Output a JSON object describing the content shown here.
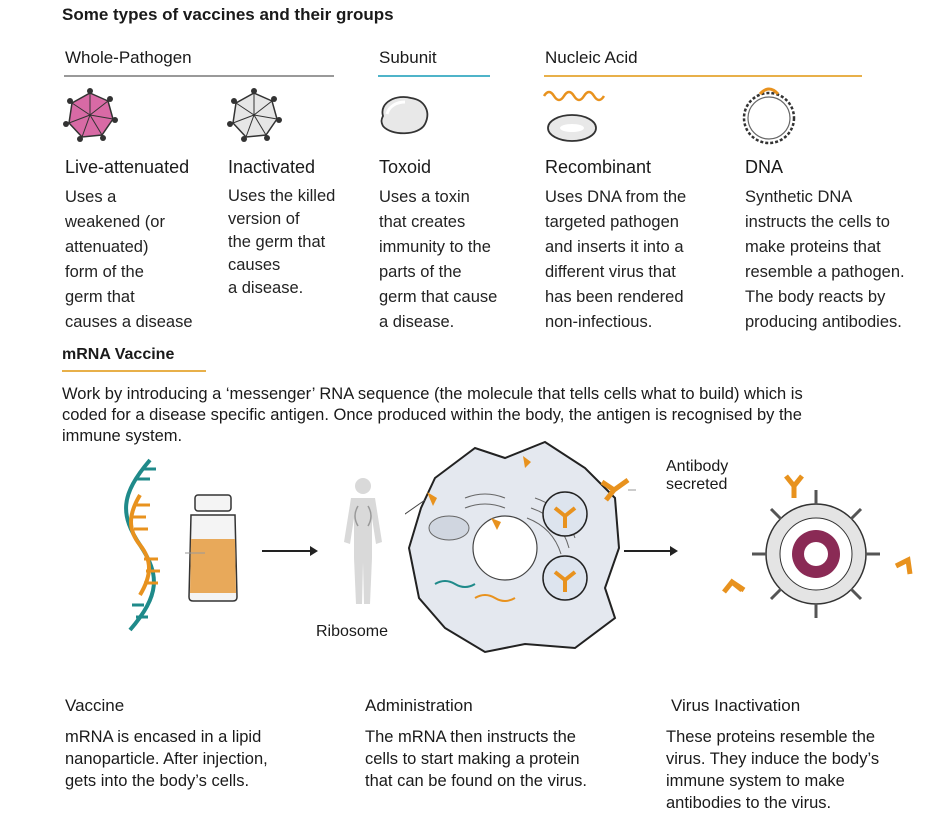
{
  "title": "Some types of vaccines and their groups",
  "groups": [
    {
      "label": "Whole-Pathogen",
      "color": "#999999"
    },
    {
      "label": "Subunit",
      "color": "#4fb4c9"
    },
    {
      "label": "Nucleic Acid",
      "color": "#e8b04a"
    }
  ],
  "types": [
    {
      "name": "Live-attenuated",
      "lines": [
        "Uses a",
        "weakened (or",
        "attenuated)",
        "form of the",
        "germ that",
        "causes a disease"
      ],
      "icon": "live-attenuated-virus-icon"
    },
    {
      "name": "Inactivated",
      "lines": [
        "Uses the killed",
        "version of",
        "the germ that",
        "causes",
        "a disease."
      ],
      "icon": "inactivated-virus-icon"
    },
    {
      "name": "Toxoid",
      "lines": [
        "Uses a toxin",
        "that creates",
        "immunity to the",
        "parts of the",
        "germ that cause",
        "a disease."
      ],
      "icon": "toxoid-cell-icon"
    },
    {
      "name": "Recombinant",
      "lines": [
        "Uses DNA from the",
        "targeted pathogen",
        "and inserts it into a",
        "different virus that",
        "has been rendered",
        "non-infectious."
      ],
      "icon": "recombinant-dna-icon"
    },
    {
      "name": "DNA",
      "lines": [
        "Synthetic DNA",
        "instructs the cells to",
        "make proteins that",
        "resemble a pathogen.",
        "The body reacts by",
        "producing antibodies."
      ],
      "icon": "dna-plasmid-icon"
    }
  ],
  "mrna": {
    "title": "mRNA Vaccine",
    "intro": [
      "Work by introducing a ‘messenger’ RNA sequence (the molecule that tells cells what to build) which is",
      "coded for a disease specific antigen. Once produced within the body, the antigen is recognised by the",
      "immune system."
    ],
    "labels": {
      "ribosome": "Ribosome",
      "antibody_1": "Antibody",
      "antibody_2": "secreted"
    },
    "steps": [
      {
        "title": "Vaccine",
        "lines": [
          "mRNA is encased in a lipid",
          "nanoparticle. After injection,",
          "gets into the body’s cells."
        ]
      },
      {
        "title": "Administration",
        "lines": [
          "The mRNA then instructs the",
          "cells to start making a protein",
          "that can be found on the virus."
        ]
      },
      {
        "title": "Virus Inactivation",
        "lines": [
          "These proteins resemble the",
          "virus. They induce the body’s",
          "immune system to make",
          "antibodies to the virus."
        ]
      }
    ]
  },
  "colors": {
    "orange": "#e8921e",
    "teal": "#1f8a8a",
    "pink": "#d86aa5",
    "cell": "#e4e8ef"
  }
}
